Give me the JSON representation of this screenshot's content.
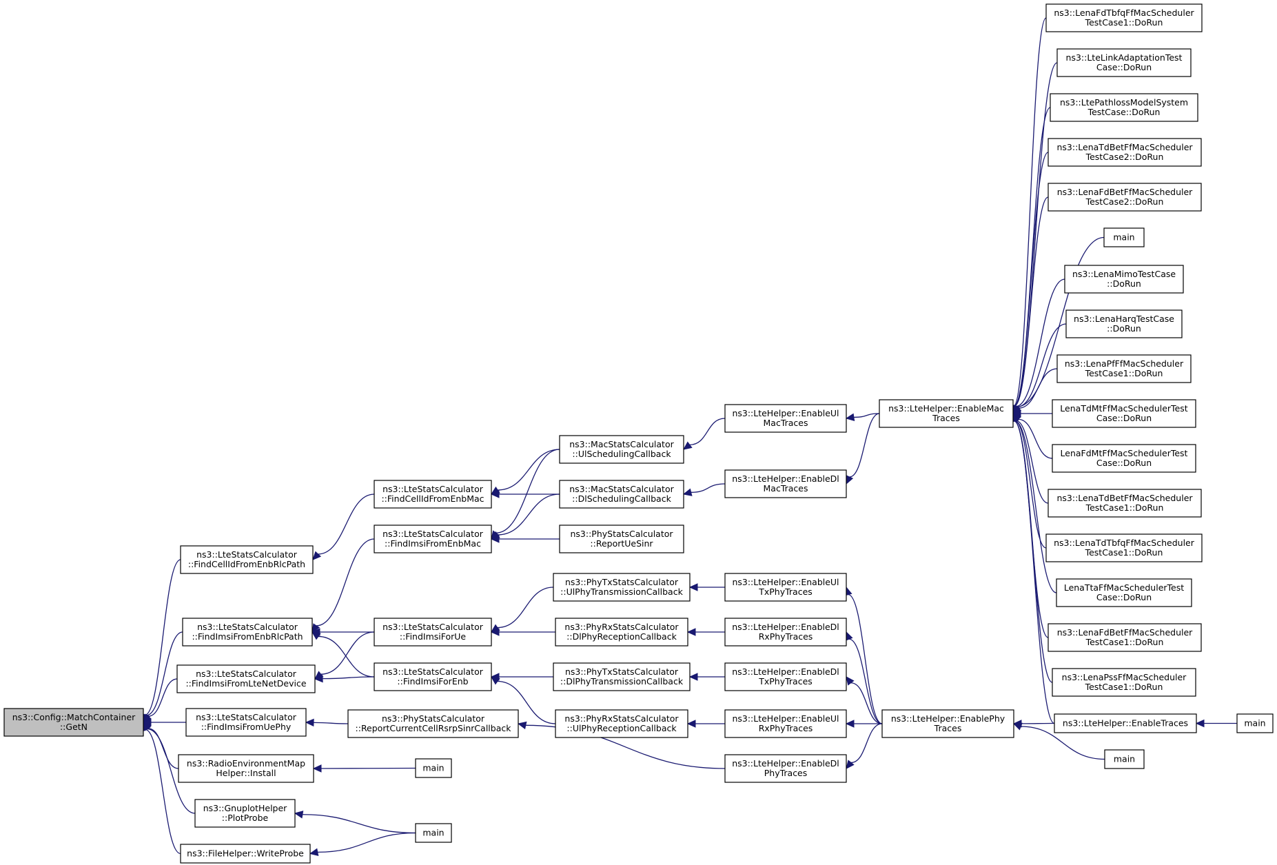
{
  "diagram": {
    "nodes": [
      {
        "id": "getn",
        "lines": [
          "ns3::Config::MatchContainer",
          "::GetN"
        ],
        "root": true
      },
      {
        "id": "cellrlc",
        "lines": [
          "ns3::LteStatsCalculator",
          "::FindCellIdFromEnbRlcPath"
        ]
      },
      {
        "id": "imsirlc",
        "lines": [
          "ns3::LteStatsCalculator",
          "::FindImsiFromEnbRlcPath"
        ]
      },
      {
        "id": "imsilte",
        "lines": [
          "ns3::LteStatsCalculator",
          "::FindImsiFromLteNetDevice"
        ]
      },
      {
        "id": "imsiuephy",
        "lines": [
          "ns3::LteStatsCalculator",
          "::FindImsiFromUePhy"
        ]
      },
      {
        "id": "remhelper",
        "lines": [
          "ns3::RadioEnvironmentMap",
          "Helper::Install"
        ]
      },
      {
        "id": "gnuplot",
        "lines": [
          "ns3::GnuplotHelper",
          "::PlotProbe"
        ]
      },
      {
        "id": "filehelper",
        "lines": [
          "ns3::FileHelper::WriteProbe"
        ]
      },
      {
        "id": "cellenbmac",
        "lines": [
          "ns3::LteStatsCalculator",
          "::FindCellIdFromEnbMac"
        ]
      },
      {
        "id": "imsienbmac",
        "lines": [
          "ns3::LteStatsCalculator",
          "::FindImsiFromEnbMac"
        ]
      },
      {
        "id": "imsiue",
        "lines": [
          "ns3::LteStatsCalculator",
          "::FindImsiForUe"
        ]
      },
      {
        "id": "imsienb",
        "lines": [
          "ns3::LteStatsCalculator",
          "::FindImsiForEnb"
        ]
      },
      {
        "id": "rsrpsinr",
        "lines": [
          "ns3::PhyStatsCalculator",
          "::ReportCurrentCellRsrpSinrCallback"
        ]
      },
      {
        "id": "main_rem",
        "lines": [
          "main"
        ]
      },
      {
        "id": "main_probe",
        "lines": [
          "main"
        ]
      },
      {
        "id": "ulsched",
        "lines": [
          "ns3::MacStatsCalculator",
          "::UlSchedulingCallback"
        ]
      },
      {
        "id": "dlsched",
        "lines": [
          "ns3::MacStatsCalculator",
          "::DlSchedulingCallback"
        ]
      },
      {
        "id": "uesinr",
        "lines": [
          "ns3::PhyStatsCalculator",
          "::ReportUeSinr"
        ]
      },
      {
        "id": "ultx",
        "lines": [
          "ns3::PhyTxStatsCalculator",
          "::UlPhyTransmissionCallback"
        ]
      },
      {
        "id": "dlrx",
        "lines": [
          "ns3::PhyRxStatsCalculator",
          "::DlPhyReceptionCallback"
        ]
      },
      {
        "id": "dltx",
        "lines": [
          "ns3::PhyTxStatsCalculator",
          "::DlPhyTransmissionCallback"
        ]
      },
      {
        "id": "ulrx",
        "lines": [
          "ns3::PhyRxStatsCalculator",
          "::UlPhyReceptionCallback"
        ]
      },
      {
        "id": "enul_mac",
        "lines": [
          "ns3::LteHelper::EnableUl",
          "MacTraces"
        ]
      },
      {
        "id": "endl_mac",
        "lines": [
          "ns3::LteHelper::EnableDl",
          "MacTraces"
        ]
      },
      {
        "id": "enul_tx",
        "lines": [
          "ns3::LteHelper::EnableUl",
          "TxPhyTraces"
        ]
      },
      {
        "id": "endl_rx",
        "lines": [
          "ns3::LteHelper::EnableDl",
          "RxPhyTraces"
        ]
      },
      {
        "id": "endl_tx",
        "lines": [
          "ns3::LteHelper::EnableDl",
          "TxPhyTraces"
        ]
      },
      {
        "id": "enul_rx",
        "lines": [
          "ns3::LteHelper::EnableUl",
          "RxPhyTraces"
        ]
      },
      {
        "id": "endl_phy",
        "lines": [
          "ns3::LteHelper::EnableDl",
          "PhyTraces"
        ]
      },
      {
        "id": "enmac",
        "lines": [
          "ns3::LteHelper::EnableMac",
          "Traces"
        ]
      },
      {
        "id": "enphy",
        "lines": [
          "ns3::LteHelper::EnablePhy",
          "Traces"
        ]
      },
      {
        "id": "t1",
        "lines": [
          "ns3::LenaFdTbfqFfMacScheduler",
          "TestCase1::DoRun"
        ]
      },
      {
        "id": "t2",
        "lines": [
          "ns3::LteLinkAdaptationTest",
          "Case::DoRun"
        ]
      },
      {
        "id": "t3",
        "lines": [
          "ns3::LtePathlossModelSystem",
          "TestCase::DoRun"
        ]
      },
      {
        "id": "t4",
        "lines": [
          "ns3::LenaTdBetFfMacScheduler",
          "TestCase2::DoRun"
        ]
      },
      {
        "id": "t5",
        "lines": [
          "ns3::LenaFdBetFfMacScheduler",
          "TestCase2::DoRun"
        ]
      },
      {
        "id": "t6",
        "lines": [
          "main"
        ]
      },
      {
        "id": "t7",
        "lines": [
          "ns3::LenaMimoTestCase",
          "::DoRun"
        ]
      },
      {
        "id": "t8",
        "lines": [
          "ns3::LenaHarqTestCase",
          "::DoRun"
        ]
      },
      {
        "id": "t9",
        "lines": [
          "ns3::LenaPfFfMacScheduler",
          "TestCase1::DoRun"
        ]
      },
      {
        "id": "t10",
        "lines": [
          "LenaTdMtFfMacSchedulerTest",
          "Case::DoRun"
        ]
      },
      {
        "id": "t11",
        "lines": [
          "LenaFdMtFfMacSchedulerTest",
          "Case::DoRun"
        ]
      },
      {
        "id": "t12",
        "lines": [
          "ns3::LenaTdBetFfMacScheduler",
          "TestCase1::DoRun"
        ]
      },
      {
        "id": "t13",
        "lines": [
          "ns3::LenaTdTbfqFfMacScheduler",
          "TestCase1::DoRun"
        ]
      },
      {
        "id": "t14",
        "lines": [
          "LenaTtaFfMacSchedulerTest",
          "Case::DoRun"
        ]
      },
      {
        "id": "t15",
        "lines": [
          "ns3::LenaFdBetFfMacScheduler",
          "TestCase1::DoRun"
        ]
      },
      {
        "id": "t16",
        "lines": [
          "ns3::LenaPssFfMacScheduler",
          "TestCase1::DoRun"
        ]
      },
      {
        "id": "entraces",
        "lines": [
          "ns3::LteHelper::EnableTraces"
        ]
      },
      {
        "id": "main_traces",
        "lines": [
          "main"
        ]
      },
      {
        "id": "main_phy",
        "lines": [
          "main"
        ]
      }
    ],
    "edges": [
      [
        "cellrlc",
        "getn"
      ],
      [
        "imsirlc",
        "getn"
      ],
      [
        "imsilte",
        "getn"
      ],
      [
        "imsiuephy",
        "getn"
      ],
      [
        "remhelper",
        "getn"
      ],
      [
        "gnuplot",
        "getn"
      ],
      [
        "filehelper",
        "getn"
      ],
      [
        "cellenbmac",
        "cellrlc"
      ],
      [
        "imsienbmac",
        "imsirlc"
      ],
      [
        "imsiue",
        "imsirlc"
      ],
      [
        "imsienb",
        "imsirlc"
      ],
      [
        "imsiue",
        "imsilte"
      ],
      [
        "imsienb",
        "imsilte"
      ],
      [
        "rsrpsinr",
        "imsiuephy"
      ],
      [
        "main_rem",
        "remhelper"
      ],
      [
        "main_probe",
        "gnuplot"
      ],
      [
        "main_probe",
        "filehelper"
      ],
      [
        "ulsched",
        "cellenbmac"
      ],
      [
        "dlsched",
        "cellenbmac"
      ],
      [
        "ulsched",
        "imsienbmac"
      ],
      [
        "dlsched",
        "imsienbmac"
      ],
      [
        "uesinr",
        "imsienbmac"
      ],
      [
        "ultx",
        "imsiue"
      ],
      [
        "dlrx",
        "imsiue"
      ],
      [
        "dltx",
        "imsienb"
      ],
      [
        "ulrx",
        "imsienb"
      ],
      [
        "endl_phy",
        "rsrpsinr"
      ],
      [
        "enul_mac",
        "ulsched"
      ],
      [
        "endl_mac",
        "dlsched"
      ],
      [
        "enul_tx",
        "ultx"
      ],
      [
        "endl_rx",
        "dlrx"
      ],
      [
        "endl_tx",
        "dltx"
      ],
      [
        "enul_rx",
        "ulrx"
      ],
      [
        "enmac",
        "enul_mac"
      ],
      [
        "enmac",
        "endl_mac"
      ],
      [
        "enphy",
        "enul_tx"
      ],
      [
        "enphy",
        "endl_rx"
      ],
      [
        "enphy",
        "endl_tx"
      ],
      [
        "enphy",
        "enul_rx"
      ],
      [
        "enphy",
        "endl_phy"
      ],
      [
        "t1",
        "enmac"
      ],
      [
        "t2",
        "enmac"
      ],
      [
        "t3",
        "enmac"
      ],
      [
        "t4",
        "enmac"
      ],
      [
        "t5",
        "enmac"
      ],
      [
        "t6",
        "enmac"
      ],
      [
        "t7",
        "enmac"
      ],
      [
        "t8",
        "enmac"
      ],
      [
        "t9",
        "enmac"
      ],
      [
        "t10",
        "enmac"
      ],
      [
        "t11",
        "enmac"
      ],
      [
        "t12",
        "enmac"
      ],
      [
        "t13",
        "enmac"
      ],
      [
        "t14",
        "enmac"
      ],
      [
        "t15",
        "enmac"
      ],
      [
        "t16",
        "enmac"
      ],
      [
        "entraces",
        "enmac"
      ],
      [
        "entraces",
        "enphy"
      ],
      [
        "main_traces",
        "entraces"
      ],
      [
        "main_phy",
        "enphy"
      ]
    ]
  }
}
